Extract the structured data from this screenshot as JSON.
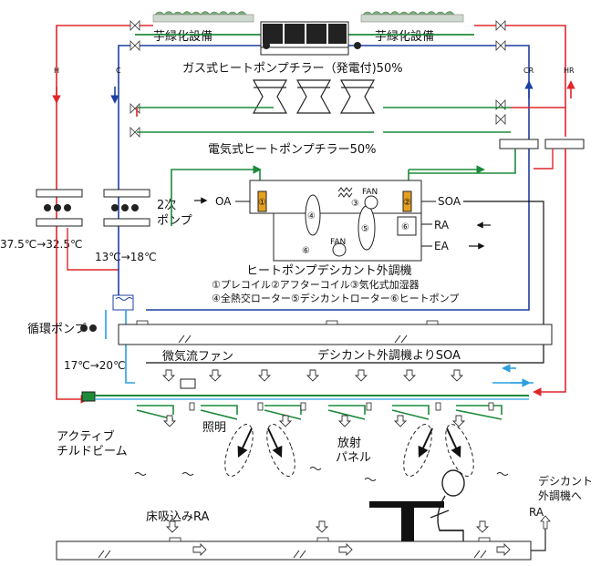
{
  "labels": {
    "imo_left": "芋緑化設備",
    "imo_right": "芋緑化設備",
    "gas_chiller": "ガス式ヒートポンプチラー（発電付)50%",
    "elec_chiller": "電気式ヒートポンプチラー50%",
    "secondary_pump_1": "2次",
    "secondary_pump_2": "ポンプ",
    "temp_hot": "37.5℃→32.5℃",
    "temp_cold": "13℃→18℃",
    "oa": "OA",
    "soa": "SOA",
    "ra": "RA",
    "ea": "EA",
    "fan_top": "FAN",
    "fan_bottom": "FAN",
    "desiccant_title": "ヒートポンプデシカント外調機",
    "legend_line1": "①プレコイル②アフターコイル③気化式加湿器",
    "legend_line2": "④全熱交ローター⑤デシカントローター⑥ヒートポンプ",
    "circ_pump": "循環ポンプ",
    "temp_circ": "17℃→20℃",
    "micro_fan": "微気流ファン",
    "soa_from_desiccant": "デシカント外調機よりSOA",
    "lighting": "照明",
    "active_beam_1": "アクティブ",
    "active_beam_2": "チルドビーム",
    "radiant_1": "放射",
    "radiant_2": "パネル",
    "floor_ra": "床吸込みRA",
    "to_desiccant_1": "デシカント",
    "to_desiccant_2": "外調機へ",
    "to_desiccant_3": "RA",
    "pipe_h": "H",
    "pipe_c": "C",
    "pipe_cr": "CR",
    "pipe_hr": "HR",
    "n1": "①",
    "n2": "②",
    "n3": "③",
    "n4": "④",
    "n5": "⑤",
    "n6a": "⑥",
    "n6b": "⑥"
  },
  "colors": {
    "hot": "#e0262a",
    "cold": "#1f3fa0",
    "green": "#1e8a3a",
    "light_blue": "#2aa0e0",
    "black": "#111111",
    "coil": "#e6a020"
  }
}
